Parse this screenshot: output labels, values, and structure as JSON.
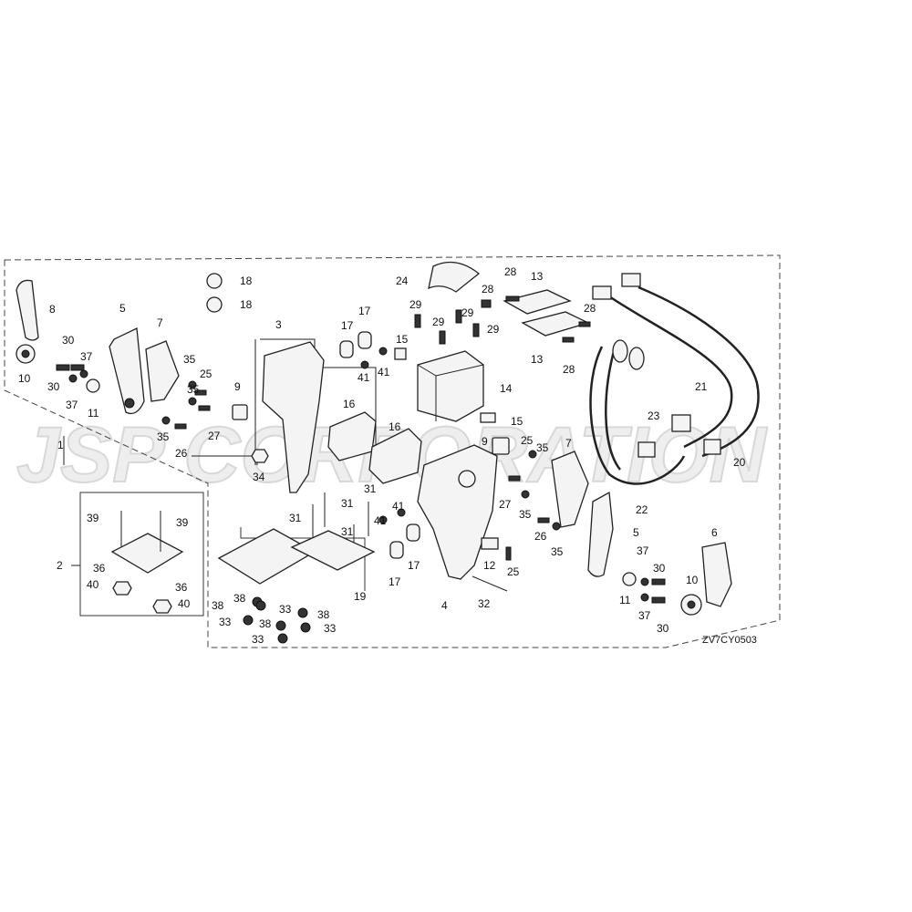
{
  "watermark": "JSP CORPORATION",
  "diagram_code": "ZV7CY0503",
  "callouts": [
    {
      "id": "c1",
      "text": "1"
    },
    {
      "id": "c2",
      "text": "2"
    },
    {
      "id": "c3",
      "text": "3"
    },
    {
      "id": "c4",
      "text": "4"
    },
    {
      "id": "c5a",
      "text": "5"
    },
    {
      "id": "c5b",
      "text": "5"
    },
    {
      "id": "c6",
      "text": "6"
    },
    {
      "id": "c7a",
      "text": "7"
    },
    {
      "id": "c7b",
      "text": "7"
    },
    {
      "id": "c8",
      "text": "8"
    },
    {
      "id": "c9a",
      "text": "9"
    },
    {
      "id": "c9b",
      "text": "9"
    },
    {
      "id": "c10a",
      "text": "10"
    },
    {
      "id": "c10b",
      "text": "10"
    },
    {
      "id": "c11a",
      "text": "11"
    },
    {
      "id": "c11b",
      "text": "11"
    },
    {
      "id": "c12",
      "text": "12"
    },
    {
      "id": "c13a",
      "text": "13"
    },
    {
      "id": "c13b",
      "text": "13"
    },
    {
      "id": "c14",
      "text": "14"
    },
    {
      "id": "c15a",
      "text": "15"
    },
    {
      "id": "c15b",
      "text": "15"
    },
    {
      "id": "c16a",
      "text": "16"
    },
    {
      "id": "c16b",
      "text": "16"
    },
    {
      "id": "c17a",
      "text": "17"
    },
    {
      "id": "c17b",
      "text": "17"
    },
    {
      "id": "c17c",
      "text": "17"
    },
    {
      "id": "c17d",
      "text": "17"
    },
    {
      "id": "c18a",
      "text": "18"
    },
    {
      "id": "c18b",
      "text": "18"
    },
    {
      "id": "c19",
      "text": "19"
    },
    {
      "id": "c20",
      "text": "20"
    },
    {
      "id": "c21",
      "text": "21"
    },
    {
      "id": "c22",
      "text": "22"
    },
    {
      "id": "c23",
      "text": "23"
    },
    {
      "id": "c24",
      "text": "24"
    },
    {
      "id": "c25a",
      "text": "25"
    },
    {
      "id": "c25b",
      "text": "25"
    },
    {
      "id": "c25c",
      "text": "25"
    },
    {
      "id": "c26a",
      "text": "26"
    },
    {
      "id": "c26b",
      "text": "26"
    },
    {
      "id": "c27a",
      "text": "27"
    },
    {
      "id": "c27b",
      "text": "27"
    },
    {
      "id": "c28a",
      "text": "28"
    },
    {
      "id": "c28b",
      "text": "28"
    },
    {
      "id": "c28c",
      "text": "28"
    },
    {
      "id": "c28d",
      "text": "28"
    },
    {
      "id": "c29a",
      "text": "29"
    },
    {
      "id": "c29b",
      "text": "29"
    },
    {
      "id": "c29c",
      "text": "29"
    },
    {
      "id": "c29d",
      "text": "29"
    },
    {
      "id": "c30a",
      "text": "30"
    },
    {
      "id": "c30b",
      "text": "30"
    },
    {
      "id": "c30c",
      "text": "30"
    },
    {
      "id": "c30d",
      "text": "30"
    },
    {
      "id": "c31a",
      "text": "31"
    },
    {
      "id": "c31b",
      "text": "31"
    },
    {
      "id": "c31c",
      "text": "31"
    },
    {
      "id": "c31d",
      "text": "31"
    },
    {
      "id": "c32",
      "text": "32"
    },
    {
      "id": "c33a",
      "text": "33"
    },
    {
      "id": "c33b",
      "text": "33"
    },
    {
      "id": "c33c",
      "text": "33"
    },
    {
      "id": "c33d",
      "text": "33"
    },
    {
      "id": "c34",
      "text": "34"
    },
    {
      "id": "c35a",
      "text": "35"
    },
    {
      "id": "c35b",
      "text": "35"
    },
    {
      "id": "c35c",
      "text": "35"
    },
    {
      "id": "c35d",
      "text": "35"
    },
    {
      "id": "c35e",
      "text": "35"
    },
    {
      "id": "c35f",
      "text": "35"
    },
    {
      "id": "c36a",
      "text": "36"
    },
    {
      "id": "c36b",
      "text": "36"
    },
    {
      "id": "c37a",
      "text": "37"
    },
    {
      "id": "c37b",
      "text": "37"
    },
    {
      "id": "c37c",
      "text": "37"
    },
    {
      "id": "c37d",
      "text": "37"
    },
    {
      "id": "c38a",
      "text": "38"
    },
    {
      "id": "c38b",
      "text": "38"
    },
    {
      "id": "c38c",
      "text": "38"
    },
    {
      "id": "c38d",
      "text": "38"
    },
    {
      "id": "c39a",
      "text": "39"
    },
    {
      "id": "c39b",
      "text": "39"
    },
    {
      "id": "c40a",
      "text": "40"
    },
    {
      "id": "c40b",
      "text": "40"
    },
    {
      "id": "c41a",
      "text": "41"
    },
    {
      "id": "c41b",
      "text": "41"
    },
    {
      "id": "c41c",
      "text": "41"
    },
    {
      "id": "c41d",
      "text": "41"
    }
  ]
}
